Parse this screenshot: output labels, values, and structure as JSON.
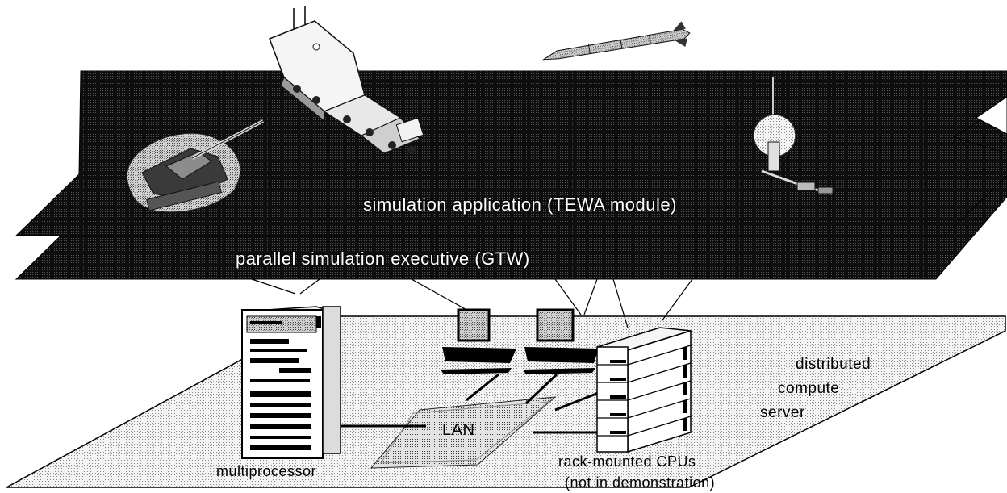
{
  "labels": {
    "simulation_application": "simulation application (TEWA module)",
    "parallel_executive": "parallel simulation executive (GTW)",
    "multiprocessor": "multiprocessor",
    "lan": "LAN",
    "rack_line1": "rack-mounted CPUs",
    "rack_line2": "(not in demonstration)",
    "server_line1": "distributed",
    "server_line2": "compute",
    "server_line3": "server"
  },
  "icons": {
    "tank": "tank-icon",
    "launcher_truck": "launcher-truck-icon",
    "missile": "missile-icon",
    "radar": "radar-icon",
    "multiprocessor": "multiprocessor-tower-icon",
    "workstation_left": "workstation-icon",
    "workstation_right": "workstation-icon",
    "rack": "rack-cpu-icon",
    "lan": "lan-plate-icon"
  },
  "colors": {
    "dark_plane": "#141414",
    "light_plane": "#ededed",
    "line": "#000000",
    "highlight": "#ffffff"
  }
}
